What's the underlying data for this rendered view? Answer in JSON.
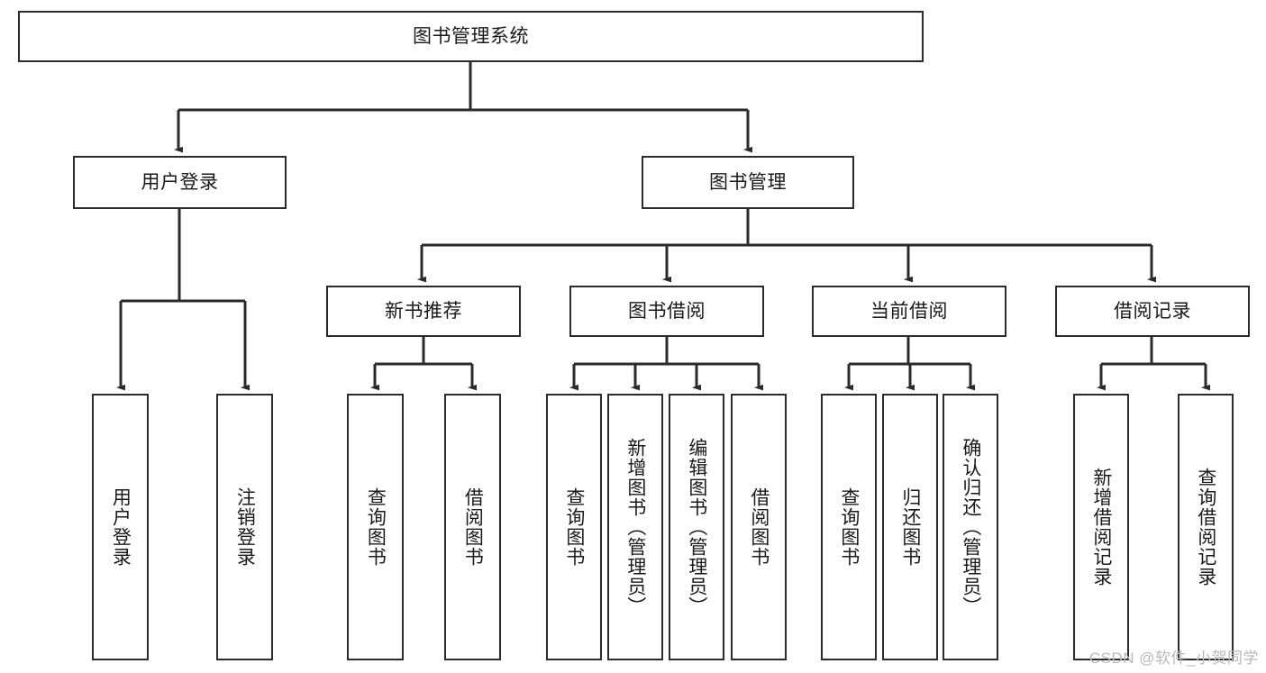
{
  "diagram": {
    "title": "图书管理系统",
    "type": "tree",
    "watermark": "CSDN @软件_小贺同学",
    "line_color": "#2b2b2b",
    "box_fill": "#ffffff",
    "text_color": "#1a1a1a",
    "watermark_color": "#b9b9b9",
    "root": {
      "label": "图书管理系统"
    },
    "level2": [
      {
        "label": "用户登录"
      },
      {
        "label": "图书管理"
      }
    ],
    "level3": [
      {
        "label": "新书推荐"
      },
      {
        "label": "图书借阅"
      },
      {
        "label": "当前借阅"
      },
      {
        "label": "借阅记录"
      }
    ],
    "leaves": {
      "user_login": [
        {
          "label": "用户登录"
        },
        {
          "label": "注销登录"
        }
      ],
      "new_book": [
        {
          "label": "查询图书"
        },
        {
          "label": "借阅图书"
        }
      ],
      "book_borrow": [
        {
          "label": "查询图书"
        },
        {
          "label": "新增图书（管理员）"
        },
        {
          "label": "编辑图书（管理员）"
        },
        {
          "label": "借阅图书"
        }
      ],
      "current_borrow": [
        {
          "label": "查询图书"
        },
        {
          "label": "归还图书"
        },
        {
          "label": "确认归还（管理员）"
        }
      ],
      "borrow_record": [
        {
          "label": "新增借阅记录"
        },
        {
          "label": "查询借阅记录"
        }
      ]
    }
  }
}
